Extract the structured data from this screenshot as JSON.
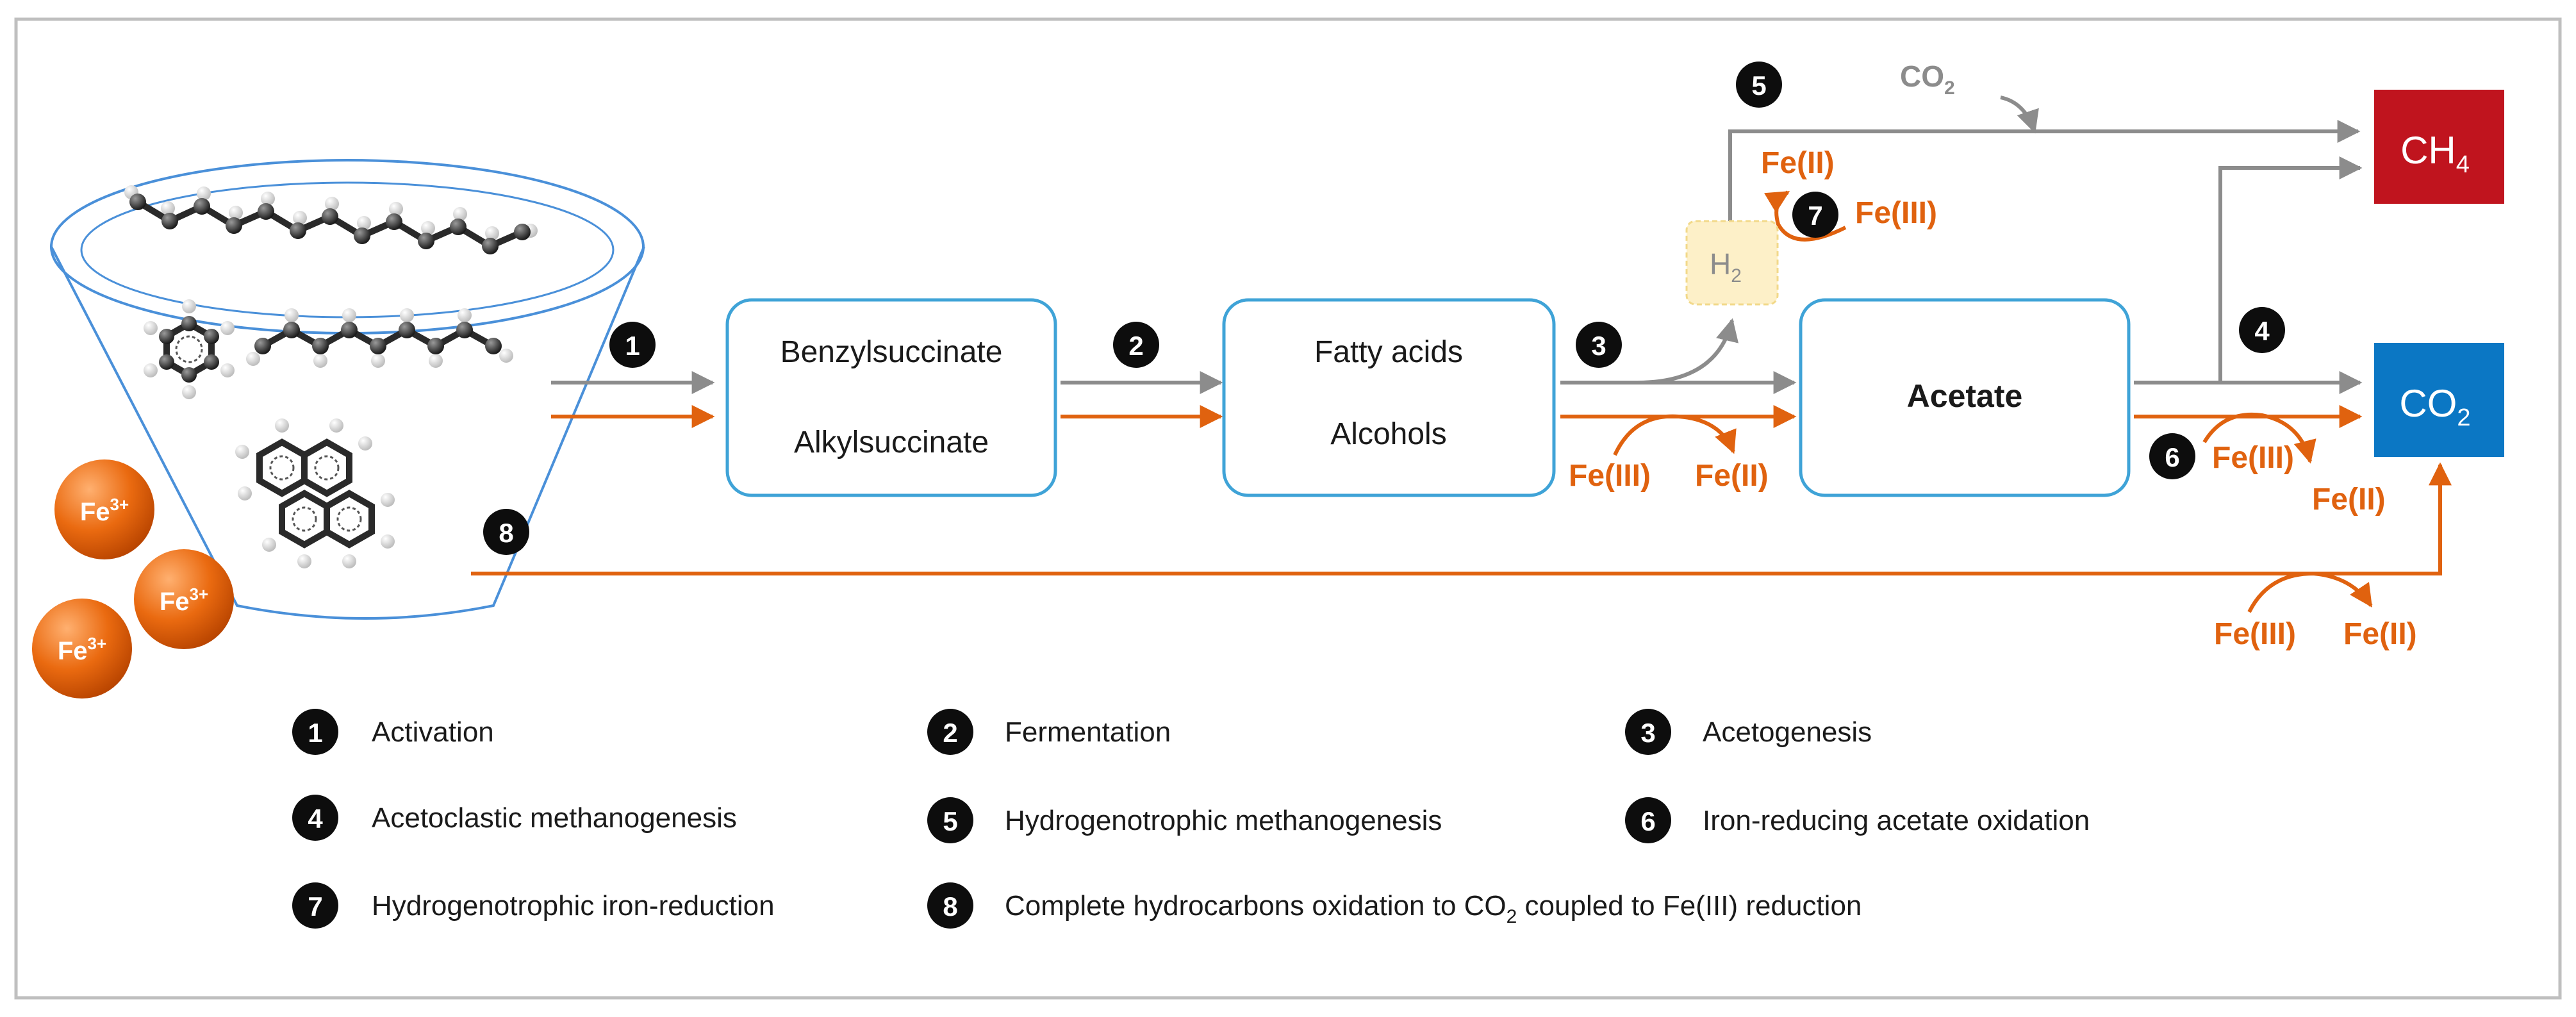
{
  "colors": {
    "gray": "#8c8c8c",
    "orange": "#e0620f",
    "box_border": "#3fa3d7",
    "ch4_fill": "#c0141e",
    "co2_fill": "#0b77c4",
    "h2_fill": "#fdf0c8",
    "h2_border": "#f2d98a",
    "frame": "#bfbfbf",
    "badge": "#0d0d0d"
  },
  "boxes": {
    "box1": {
      "line1": "Benzylsuccinate",
      "line2": "Alkylsuccinate"
    },
    "box2": {
      "line1": "Fatty acids",
      "line2": "Alcohols"
    },
    "box3": {
      "label": "Acetate"
    }
  },
  "products": {
    "ch4": {
      "main": "CH",
      "sub": "4"
    },
    "co2": {
      "main": "CO",
      "sub": "2"
    }
  },
  "h2": {
    "main": "H",
    "sub": "2"
  },
  "co2_input": {
    "main": "CO",
    "sub": "2"
  },
  "fe_ion": {
    "main": "Fe",
    "sup": "3+"
  },
  "iron": {
    "fe3": "Fe(III)",
    "fe2": "Fe(II)"
  },
  "steps": [
    "1",
    "2",
    "3",
    "4",
    "5",
    "6",
    "7",
    "8"
  ],
  "legend": [
    {
      "num": "1",
      "text": "Activation"
    },
    {
      "num": "2",
      "text": "Fermentation"
    },
    {
      "num": "3",
      "text": "Acetogenesis"
    },
    {
      "num": "4",
      "text": "Acetoclastic methanogenesis"
    },
    {
      "num": "5",
      "text": "Hydrogenotrophic methanogenesis"
    },
    {
      "num": "6",
      "text": "Iron-reducing acetate oxidation"
    },
    {
      "num": "7",
      "text": "Hydrogenotrophic iron-reduction"
    },
    {
      "num": "8",
      "text_before": "Complete hydrocarbons oxidation to CO",
      "text_sub": "2",
      "text_after": " coupled to Fe(III)  reduction"
    }
  ]
}
